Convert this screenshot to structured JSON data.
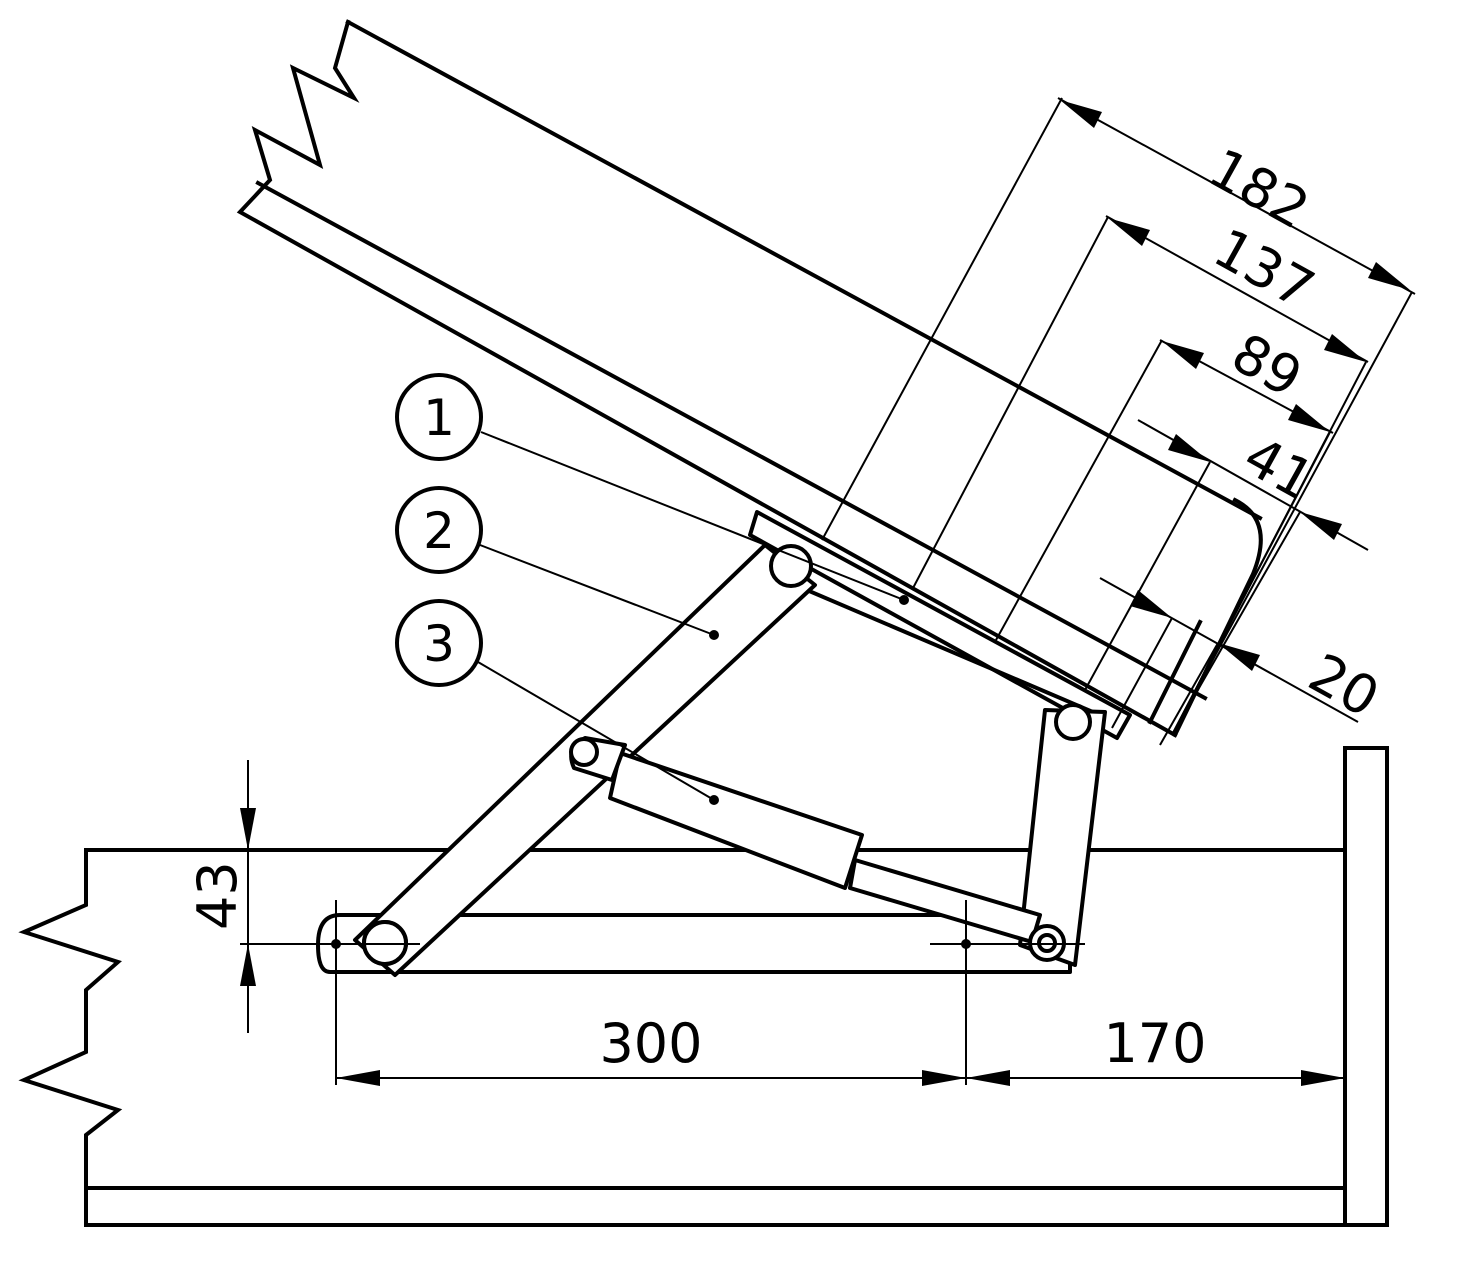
{
  "dimensions": {
    "d182": "182",
    "d137": "137",
    "d89": "89",
    "d41": "41",
    "d20": "20",
    "d43": "43",
    "d300": "300",
    "d170": "170"
  },
  "callouts": [
    {
      "label": "1"
    },
    {
      "label": "2"
    },
    {
      "label": "3"
    }
  ]
}
